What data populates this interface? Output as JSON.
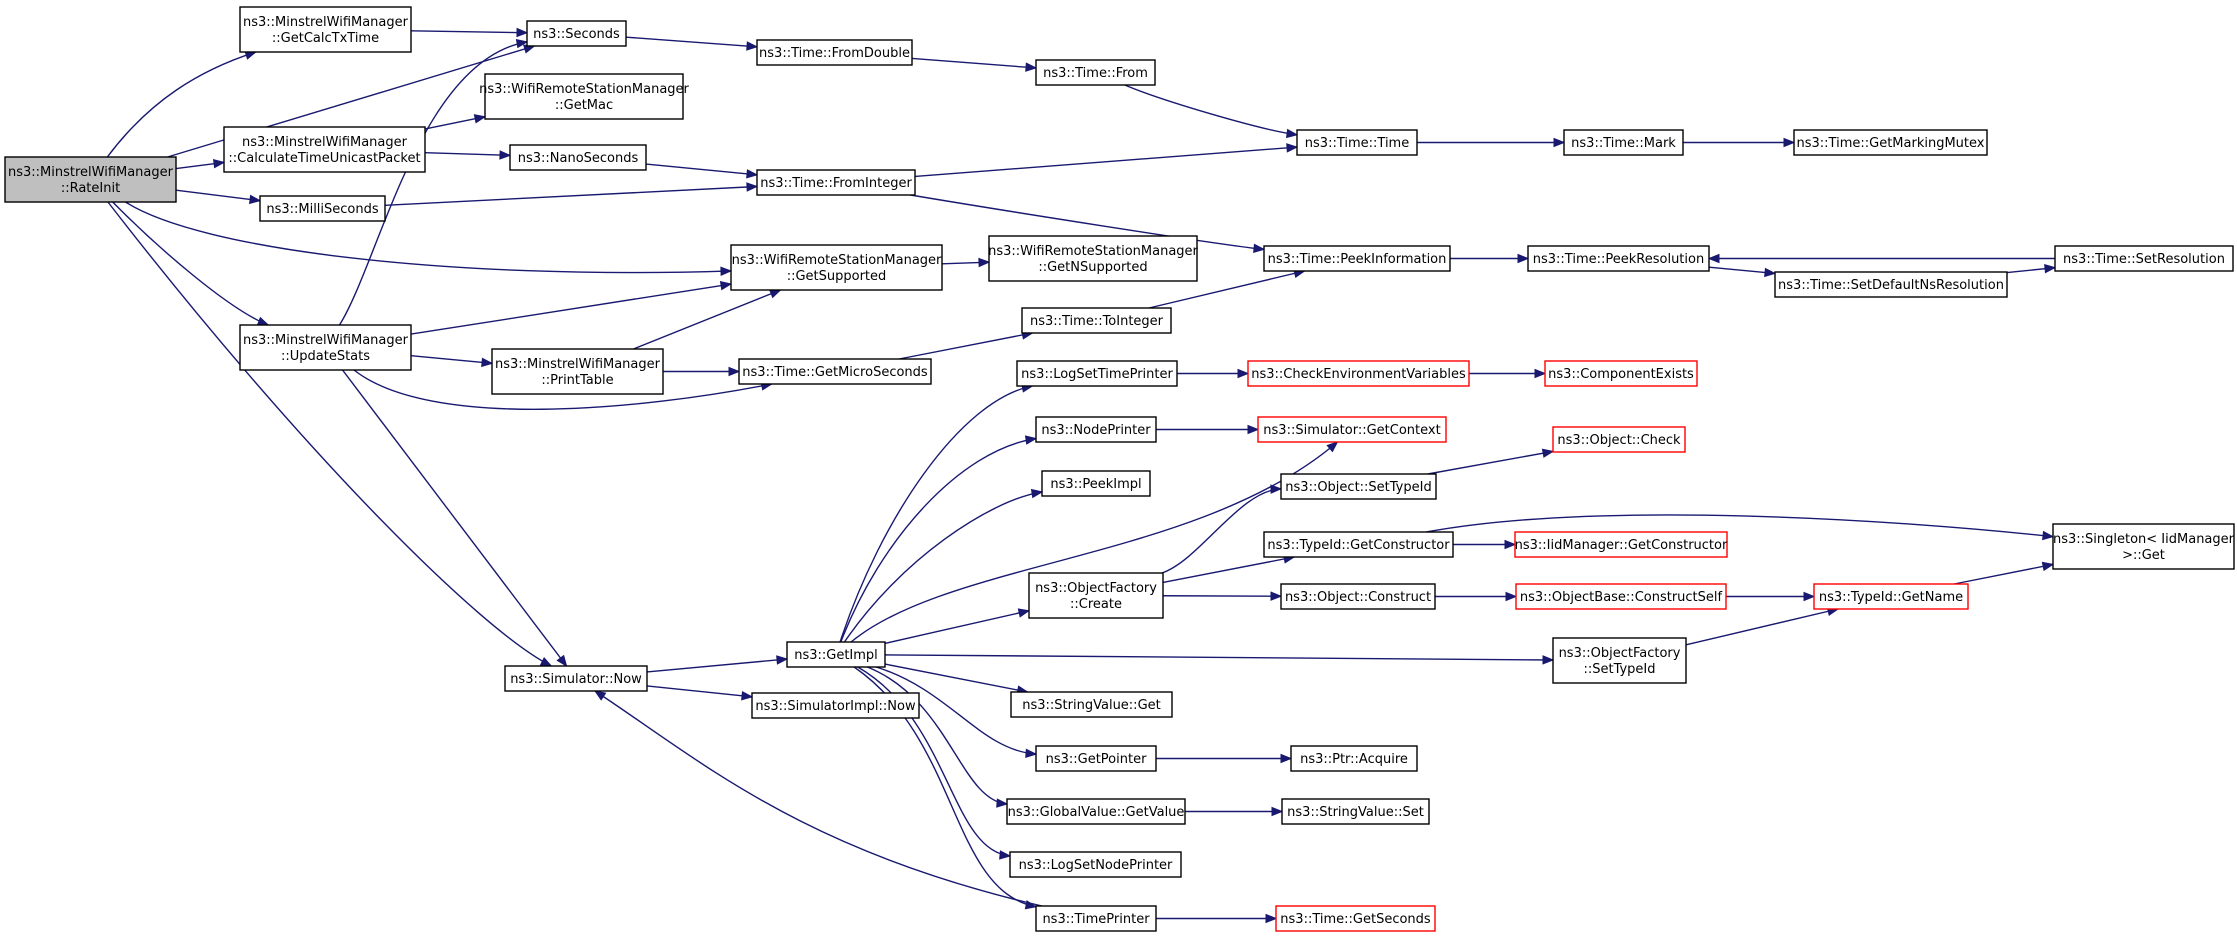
{
  "graph": {
    "nodes": {
      "rateinit": {
        "lines": [
          "ns3::MinstrelWifiManager",
          "::RateInit"
        ],
        "style": "root"
      },
      "getcalctx": {
        "lines": [
          "ns3::MinstrelWifiManager",
          "::GetCalcTxTime"
        ],
        "style": "normal"
      },
      "seconds": {
        "lines": [
          "ns3::Seconds"
        ],
        "style": "normal"
      },
      "getmac": {
        "lines": [
          "ns3::WifiRemoteStationManager",
          "::GetMac"
        ],
        "style": "normal"
      },
      "calcunicast": {
        "lines": [
          "ns3::MinstrelWifiManager",
          "::CalculateTimeUnicastPacket"
        ],
        "style": "normal"
      },
      "nanoseconds": {
        "lines": [
          "ns3::NanoSeconds"
        ],
        "style": "normal"
      },
      "milliseconds": {
        "lines": [
          "ns3::MilliSeconds"
        ],
        "style": "normal"
      },
      "fromdouble": {
        "lines": [
          "ns3::Time::FromDouble"
        ],
        "style": "normal"
      },
      "from": {
        "lines": [
          "ns3::Time::From"
        ],
        "style": "normal"
      },
      "time": {
        "lines": [
          "ns3::Time::Time"
        ],
        "style": "normal"
      },
      "mark": {
        "lines": [
          "ns3::Time::Mark"
        ],
        "style": "normal"
      },
      "getmarkingmutex": {
        "lines": [
          "ns3::Time::GetMarkingMutex"
        ],
        "style": "normal"
      },
      "frominteger": {
        "lines": [
          "ns3::Time::FromInteger"
        ],
        "style": "normal"
      },
      "getsupported": {
        "lines": [
          "ns3::WifiRemoteStationManager",
          "::GetSupported"
        ],
        "style": "normal"
      },
      "getnsupported": {
        "lines": [
          "ns3::WifiRemoteStationManager",
          "::GetNSupported"
        ],
        "style": "normal"
      },
      "peekinfo": {
        "lines": [
          "ns3::Time::PeekInformation"
        ],
        "style": "normal"
      },
      "peekres": {
        "lines": [
          "ns3::Time::PeekResolution"
        ],
        "style": "normal"
      },
      "setres": {
        "lines": [
          "ns3::Time::SetResolution"
        ],
        "style": "normal"
      },
      "setdefaultns": {
        "lines": [
          "ns3::Time::SetDefaultNsResolution"
        ],
        "style": "normal"
      },
      "updatestats": {
        "lines": [
          "ns3::MinstrelWifiManager",
          "::UpdateStats"
        ],
        "style": "normal"
      },
      "printtable": {
        "lines": [
          "ns3::MinstrelWifiManager",
          "::PrintTable"
        ],
        "style": "normal"
      },
      "tointeger": {
        "lines": [
          "ns3::Time::ToInteger"
        ],
        "style": "normal"
      },
      "getmicro": {
        "lines": [
          "ns3::Time::GetMicroSeconds"
        ],
        "style": "normal"
      },
      "logsettimeprinter": {
        "lines": [
          "ns3::LogSetTimePrinter"
        ],
        "style": "normal"
      },
      "checkenv": {
        "lines": [
          "ns3::CheckEnvironmentVariables"
        ],
        "style": "truncated"
      },
      "componentexists": {
        "lines": [
          "ns3::ComponentExists"
        ],
        "style": "truncated"
      },
      "nodeprinter": {
        "lines": [
          "ns3::NodePrinter"
        ],
        "style": "normal"
      },
      "simgetcontext": {
        "lines": [
          "ns3::Simulator::GetContext"
        ],
        "style": "truncated"
      },
      "objcheck": {
        "lines": [
          "ns3::Object::Check"
        ],
        "style": "truncated"
      },
      "peekimpl": {
        "lines": [
          "ns3::PeekImpl"
        ],
        "style": "normal"
      },
      "objsettypeid": {
        "lines": [
          "ns3::Object::SetTypeId"
        ],
        "style": "normal"
      },
      "singletonget": {
        "lines": [
          "ns3::Singleton< IidManager",
          " >::Get"
        ],
        "style": "normal"
      },
      "typeidgetctor": {
        "lines": [
          "ns3::TypeId::GetConstructor"
        ],
        "style": "normal"
      },
      "iidgetctor": {
        "lines": [
          "ns3::IidManager::GetConstructor"
        ],
        "style": "truncated"
      },
      "objfactcreate": {
        "lines": [
          "ns3::ObjectFactory",
          "::Create"
        ],
        "style": "normal"
      },
      "objconstruct": {
        "lines": [
          "ns3::Object::Construct"
        ],
        "style": "normal"
      },
      "constructself": {
        "lines": [
          "ns3::ObjectBase::ConstructSelf"
        ],
        "style": "truncated"
      },
      "typeidgetname": {
        "lines": [
          "ns3::TypeId::GetName"
        ],
        "style": "truncated"
      },
      "simnow": {
        "lines": [
          "ns3::Simulator::Now"
        ],
        "style": "normal"
      },
      "getimpl": {
        "lines": [
          "ns3::GetImpl"
        ],
        "style": "normal"
      },
      "objfactsettypeid": {
        "lines": [
          "ns3::ObjectFactory",
          "::SetTypeId"
        ],
        "style": "normal"
      },
      "simimplnow": {
        "lines": [
          "ns3::SimulatorImpl::Now"
        ],
        "style": "normal"
      },
      "strvalget": {
        "lines": [
          "ns3::StringValue::Get"
        ],
        "style": "normal"
      },
      "getpointer": {
        "lines": [
          "ns3::GetPointer"
        ],
        "style": "normal"
      },
      "ptracquire": {
        "lines": [
          "ns3::Ptr::Acquire"
        ],
        "style": "normal"
      },
      "globalgetvalue": {
        "lines": [
          "ns3::GlobalValue::GetValue"
        ],
        "style": "normal"
      },
      "strvalset": {
        "lines": [
          "ns3::StringValue::Set"
        ],
        "style": "normal"
      },
      "logsetnodeprinter": {
        "lines": [
          "ns3::LogSetNodePrinter"
        ],
        "style": "normal"
      },
      "timeprinter": {
        "lines": [
          "ns3::TimePrinter"
        ],
        "style": "normal"
      },
      "timegetseconds": {
        "lines": [
          "ns3::Time::GetSeconds"
        ],
        "style": "truncated"
      }
    }
  }
}
